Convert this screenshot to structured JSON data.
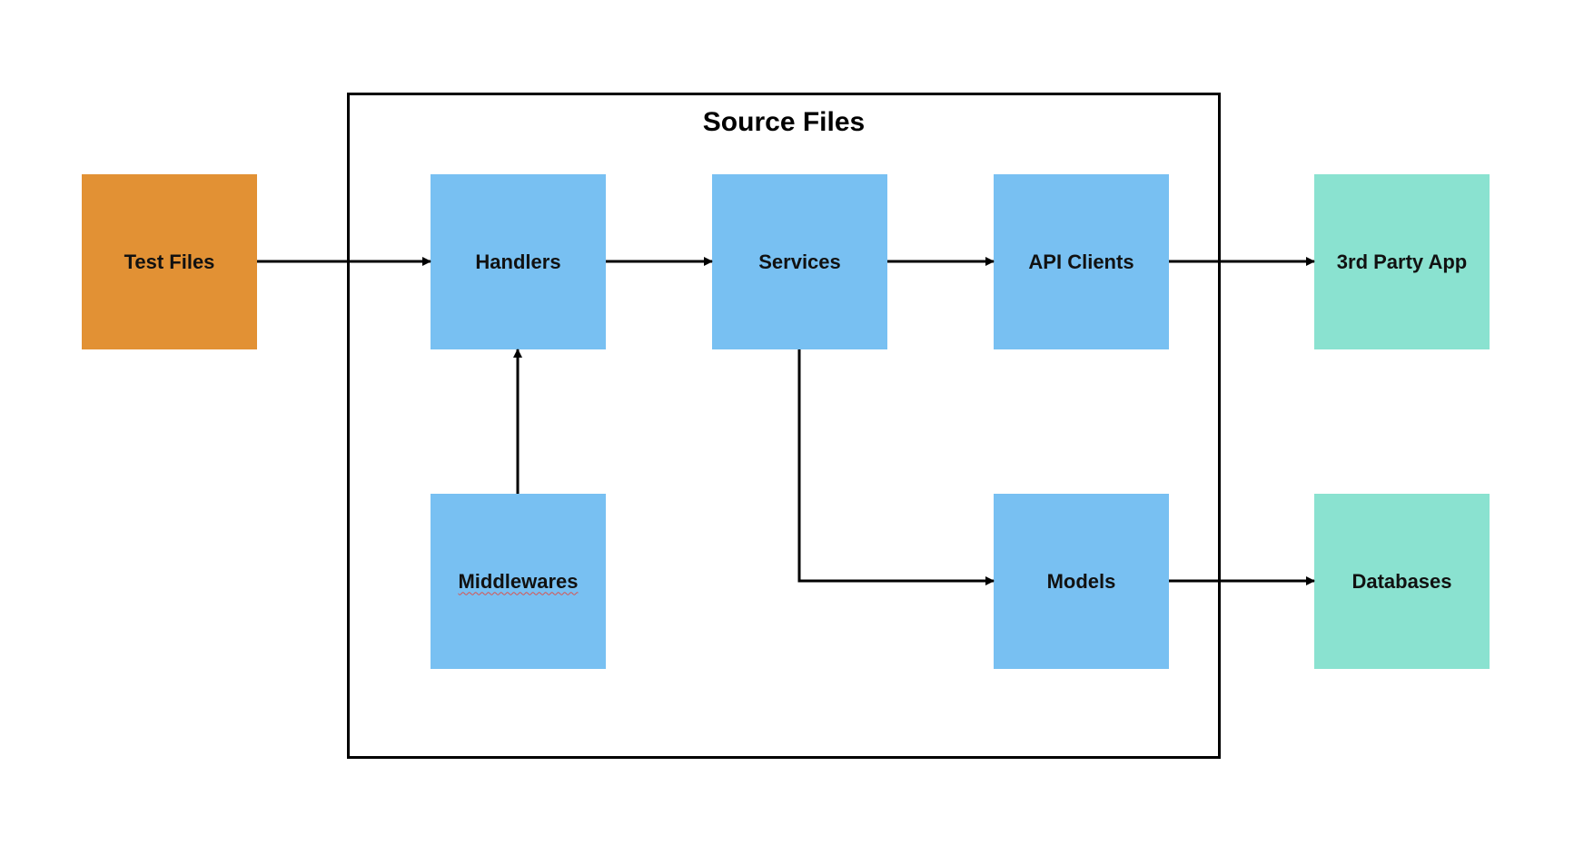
{
  "container": {
    "title": "Source Files"
  },
  "colors": {
    "test": "#E29134",
    "source": "#78C0F2",
    "external": "#8AE2D0",
    "line": "#000000",
    "background": "#FFFFFF"
  },
  "nodes": {
    "test_files": {
      "label": "Test Files"
    },
    "handlers": {
      "label": "Handlers"
    },
    "services": {
      "label": "Services"
    },
    "api_clients": {
      "label": "API Clients"
    },
    "third_party_app": {
      "label": "3rd Party App"
    },
    "middlewares": {
      "label": "Middlewares"
    },
    "models": {
      "label": "Models"
    },
    "databases": {
      "label": "Databases"
    }
  },
  "edges": [
    {
      "from": "Test Files",
      "to": "Handlers"
    },
    {
      "from": "Handlers",
      "to": "Services"
    },
    {
      "from": "Services",
      "to": "API Clients"
    },
    {
      "from": "API Clients",
      "to": "3rd Party App"
    },
    {
      "from": "Middlewares",
      "to": "Handlers"
    },
    {
      "from": "Services",
      "to": "Models"
    },
    {
      "from": "Models",
      "to": "Databases"
    }
  ]
}
